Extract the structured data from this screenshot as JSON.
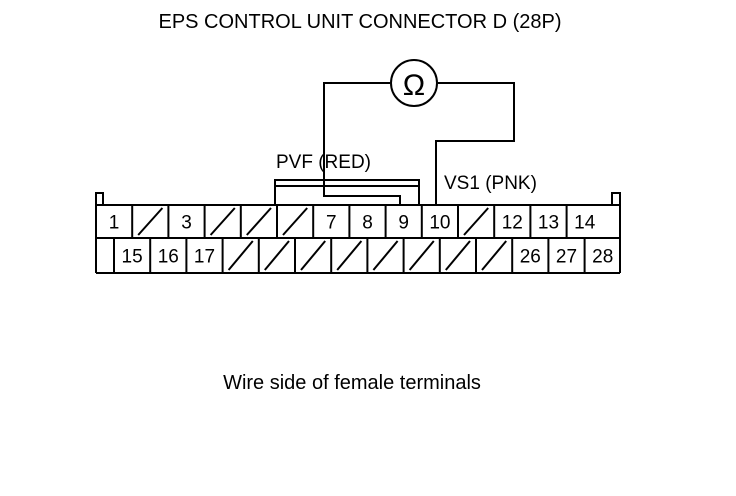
{
  "title": "EPS CONTROL UNIT CONNECTOR D (28P)",
  "meter_symbol": "Ω",
  "meter_icon": "ohmmeter-icon",
  "wire_labels": {
    "pvf": "PVF (RED)",
    "vs1": "VS1 (PNK)"
  },
  "caption": "Wire side of female terminals",
  "row1_cells": [
    "1",
    "",
    "3",
    "",
    "",
    "",
    "7",
    "8",
    "9",
    "10",
    "",
    "12",
    "13",
    "14"
  ],
  "row2_cells": [
    "15",
    "16",
    "17",
    "",
    "",
    "",
    "",
    "",
    "",
    "",
    "",
    "26",
    "27",
    "28"
  ]
}
